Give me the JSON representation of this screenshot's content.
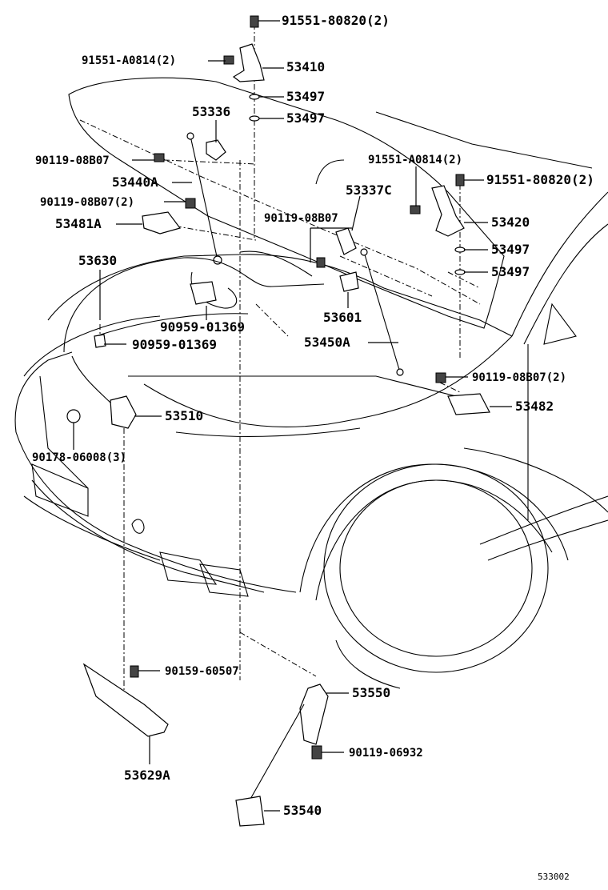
{
  "diagram": {
    "callouts": {
      "c_91551_80820_top": "91551-80820(2)",
      "c_91551_a0814_left": "91551-A0814(2)",
      "c_53410": "53410",
      "c_53497_a": "53497",
      "c_53497_b": "53497",
      "c_53336": "53336",
      "c_90119_08b07_a": "90119-08B07",
      "c_53440a": "53440A",
      "c_90119_08b07_2a": "90119-08B07(2)",
      "c_53481a": "53481A",
      "c_91551_a0814_right": "91551-A0814(2)",
      "c_91551_80820_right": "91551-80820(2)",
      "c_53337c": "53337C",
      "c_90119_08b07_b": "90119-08B07",
      "c_53420": "53420",
      "c_53497_c": "53497",
      "c_53497_d": "53497",
      "c_53630": "53630",
      "c_53601": "53601",
      "c_90959_01369_a": "90959-01369",
      "c_90959_01369_b": "90959-01369",
      "c_53450a": "53450A",
      "c_90119_08b07_2b": "90119-08B07(2)",
      "c_53482": "53482",
      "c_53510": "53510",
      "c_90178_06008": "90178-06008(3)",
      "c_90159_60507": "90159-60507",
      "c_53550": "53550",
      "c_90119_06932": "90119-06932",
      "c_53629a": "53629A",
      "c_53540": "53540"
    },
    "figure_code": "533002"
  }
}
